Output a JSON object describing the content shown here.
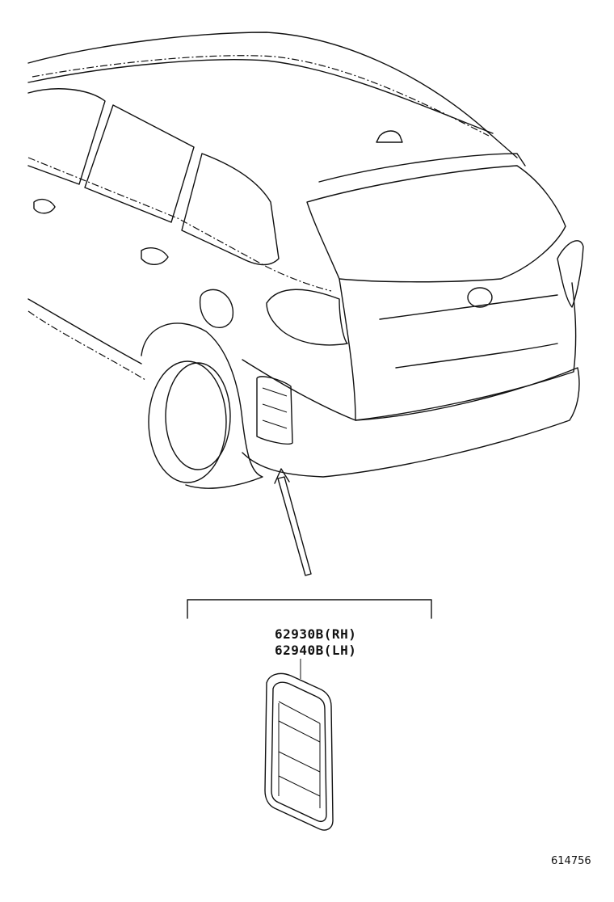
{
  "parts": [
    {
      "number": "62930B(RH)"
    },
    {
      "number": "62940B(LH)"
    }
  ],
  "figure_id": "614756",
  "icons": [
    "vehicle-rear-illustration",
    "vent-louver-part",
    "callout-arrow"
  ]
}
